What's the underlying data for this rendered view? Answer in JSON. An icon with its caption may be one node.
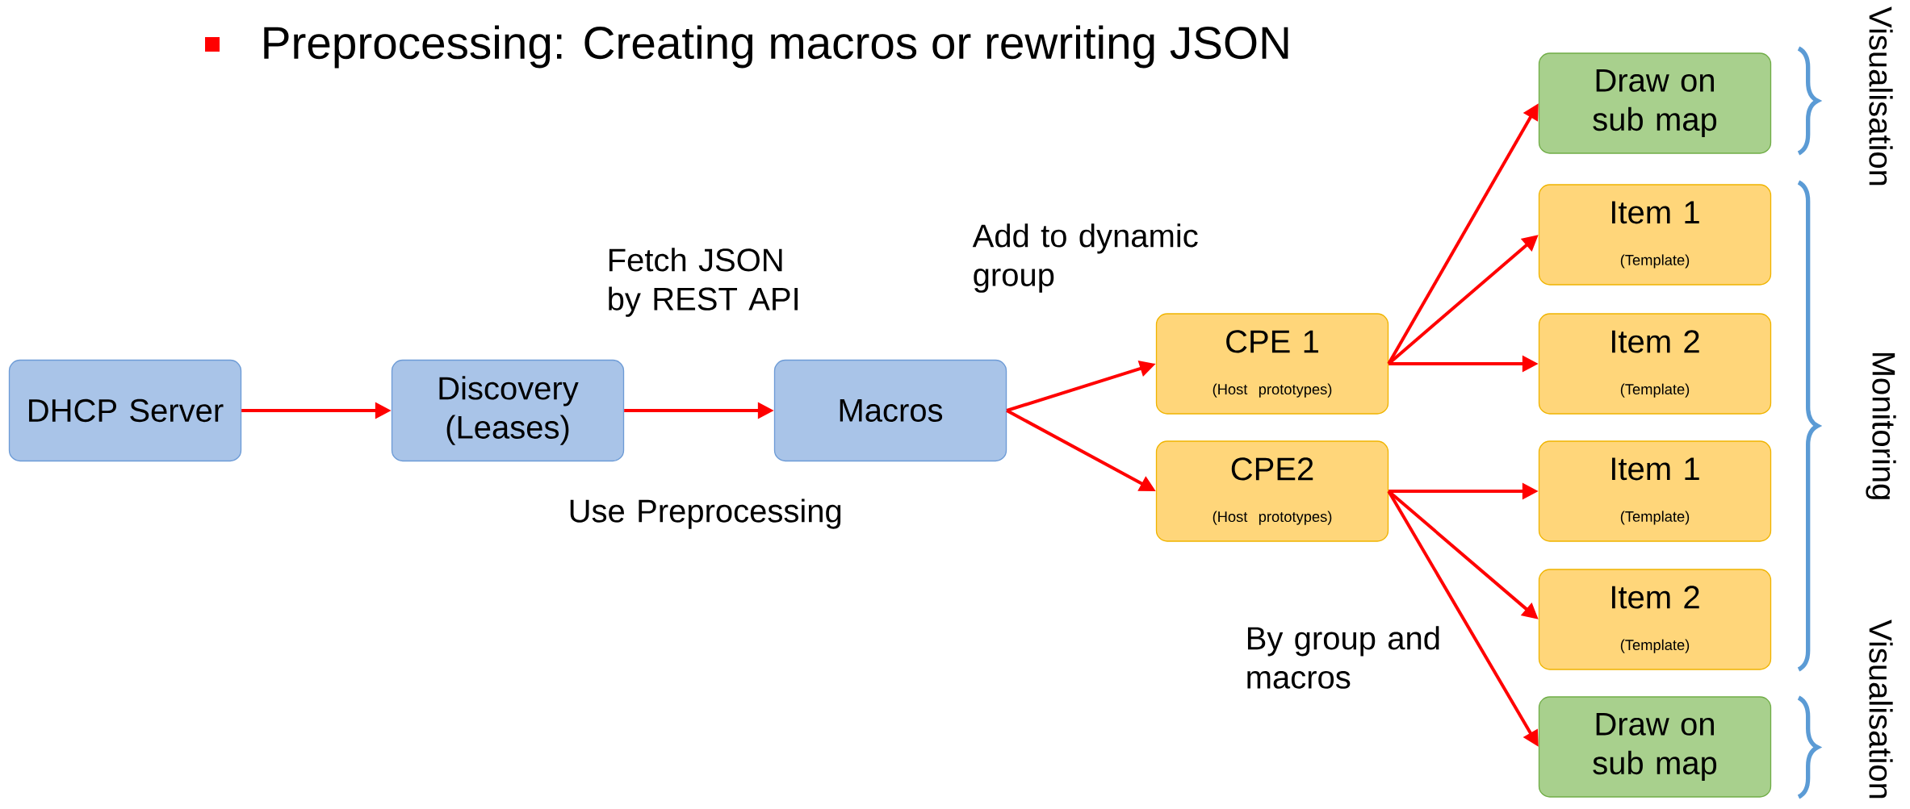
{
  "diagram": {
    "title": "Preprocessing: Creating macros or rewriting JSON",
    "nodes": [
      {
        "text": [
          "DHCP Server"
        ]
      },
      {
        "text": [
          "Discovery (Leases)"
        ]
      },
      {
        "text": [
          "Macros"
        ]
      },
      {
        "text": [
          "CPE 1",
          "(Host prototypes)"
        ]
      },
      {
        "text": [
          "CPE2",
          "(Host prototypes)"
        ]
      },
      {
        "text": [
          "Draw on sub map"
        ]
      },
      {
        "text": [
          "Item 1",
          "(Template)"
        ]
      },
      {
        "text": [
          "Item 2",
          "(Template)"
        ]
      },
      {
        "text": [
          "Item 1",
          "(Template)"
        ]
      },
      {
        "text": [
          "Item 2",
          "(Template)"
        ]
      },
      {
        "text": [
          "Draw on sub map"
        ]
      }
    ],
    "edges": [
      {
        "from": 0,
        "to": 1,
        "arrow": "to"
      },
      {
        "from": 1,
        "to": 2,
        "arrow": "to"
      },
      {
        "from": 2,
        "to": 3,
        "arrow": "to"
      },
      {
        "from": 2,
        "to": 4,
        "arrow": "to"
      },
      {
        "from": 3,
        "to": 5,
        "arrow": "to"
      },
      {
        "from": 3,
        "to": 6,
        "arrow": "to"
      },
      {
        "from": 3,
        "to": 7,
        "arrow": "to"
      },
      {
        "from": 4,
        "to": 8,
        "arrow": "to"
      },
      {
        "from": 4,
        "to": 9,
        "arrow": "to"
      },
      {
        "from": 4,
        "to": 10,
        "arrow": "to"
      }
    ],
    "labels": [
      "Fetch JSON by REST API",
      "Add to dynamic group",
      "Use Preprocessing",
      "By group and macros",
      "Visualisation",
      "Monitoring",
      "Visualisation"
    ]
  }
}
